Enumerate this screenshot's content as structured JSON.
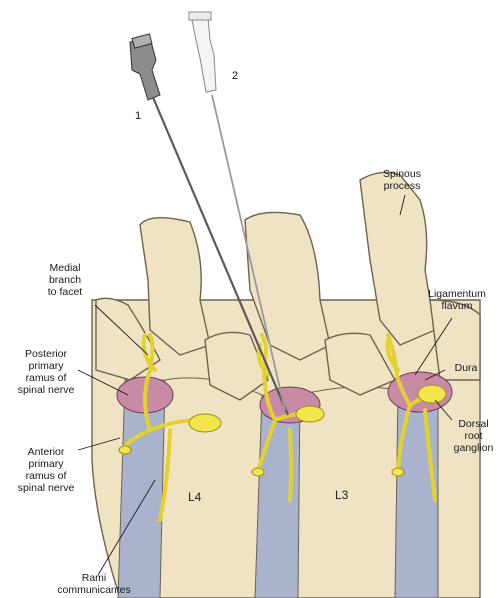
{
  "needles": [
    {
      "number": "1"
    },
    {
      "number": "2"
    }
  ],
  "vertebrae": [
    "L4",
    "L3"
  ],
  "labels": {
    "medial_branch": "Medial\nbranch\nto facet",
    "posterior_ramus": "Posterior\nprimary\nramus of\nspinal nerve",
    "anterior_ramus": "Anterior\nprimary\nramus of\nspinal nerve",
    "rami_communicantes": "Rami\ncommunicantes",
    "spinous_process": "Spinous\nprocess",
    "ligamentum_flavum": "Ligamentum\nflavum",
    "dura": "Dura",
    "dorsal_root_ganglion": "Dorsal\nroot\nganglion"
  },
  "colors": {
    "bone": "#efe3c4",
    "bone_outline": "#6b6450",
    "disc": "#a9b4cc",
    "nerve": "#f2e64a",
    "dura": "#c98aa6",
    "needle_dark": "#8c8c8c",
    "needle_light": "#e8e8e8"
  }
}
